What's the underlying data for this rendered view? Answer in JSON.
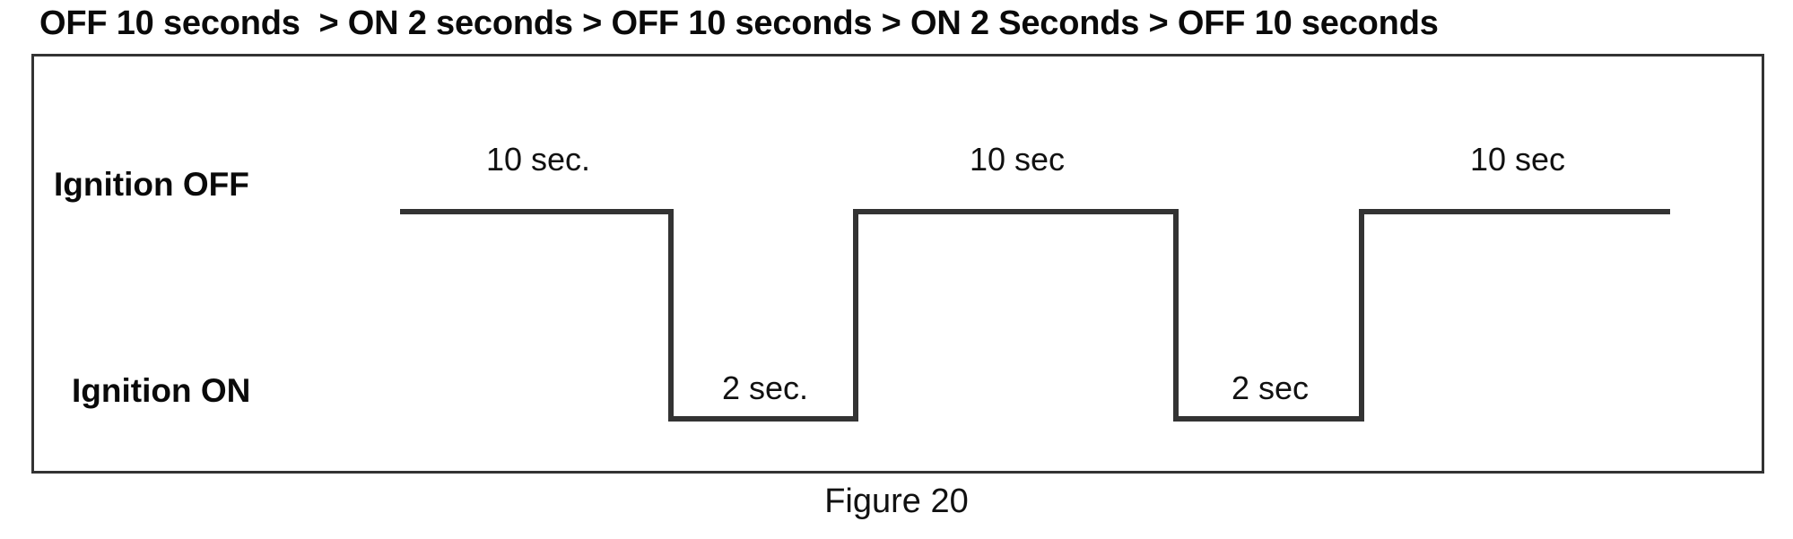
{
  "sequence_title": "OFF 10 seconds  > ON 2 seconds > OFF 10 seconds > ON 2 Seconds > OFF 10 seconds",
  "caption": "Figure 20",
  "rows": {
    "high_label": "Ignition OFF",
    "low_label": "Ignition ON"
  },
  "durations": {
    "high_1": "10 sec.",
    "low_1": "2 sec.",
    "high_2": "10 sec",
    "low_2": "2 sec",
    "high_3": "10 sec"
  },
  "colors": {
    "trace": "#333333",
    "frame": "#333333",
    "text": "#0a0a0a",
    "background": "#ffffff"
  },
  "chart_data": {
    "type": "line",
    "title": "OFF 10 seconds  > ON 2 seconds > OFF 10 seconds > ON 2 Seconds > OFF 10 seconds",
    "xlabel": "",
    "ylabel": "",
    "grid": false,
    "legend": "none",
    "states": [
      "Ignition OFF",
      "Ignition ON"
    ],
    "note": "Digital timing waveform: high level = Ignition OFF, low level = Ignition ON",
    "segments": [
      {
        "index": 0,
        "state": "Ignition OFF",
        "level": "high",
        "duration_sec": 10,
        "label": "10 sec.",
        "t_start": 0,
        "t_end": 10
      },
      {
        "index": 1,
        "state": "Ignition ON",
        "level": "low",
        "duration_sec": 2,
        "label": "2 sec.",
        "t_start": 10,
        "t_end": 12
      },
      {
        "index": 2,
        "state": "Ignition OFF",
        "level": "high",
        "duration_sec": 10,
        "label": "10 sec",
        "t_start": 12,
        "t_end": 22
      },
      {
        "index": 3,
        "state": "Ignition ON",
        "level": "low",
        "duration_sec": 2,
        "label": "2 sec",
        "t_start": 22,
        "t_end": 24
      },
      {
        "index": 4,
        "state": "Ignition OFF",
        "level": "high",
        "duration_sec": 10,
        "label": "10 sec",
        "t_start": 24,
        "t_end": 34
      }
    ],
    "x": [
      0,
      10,
      10,
      12,
      12,
      22,
      22,
      24,
      24,
      34
    ],
    "values": [
      1,
      1,
      0,
      0,
      1,
      1,
      0,
      0,
      1,
      1
    ],
    "ylim": [
      0,
      1
    ],
    "ytick_labels": [
      "Ignition ON",
      "Ignition OFF"
    ]
  }
}
